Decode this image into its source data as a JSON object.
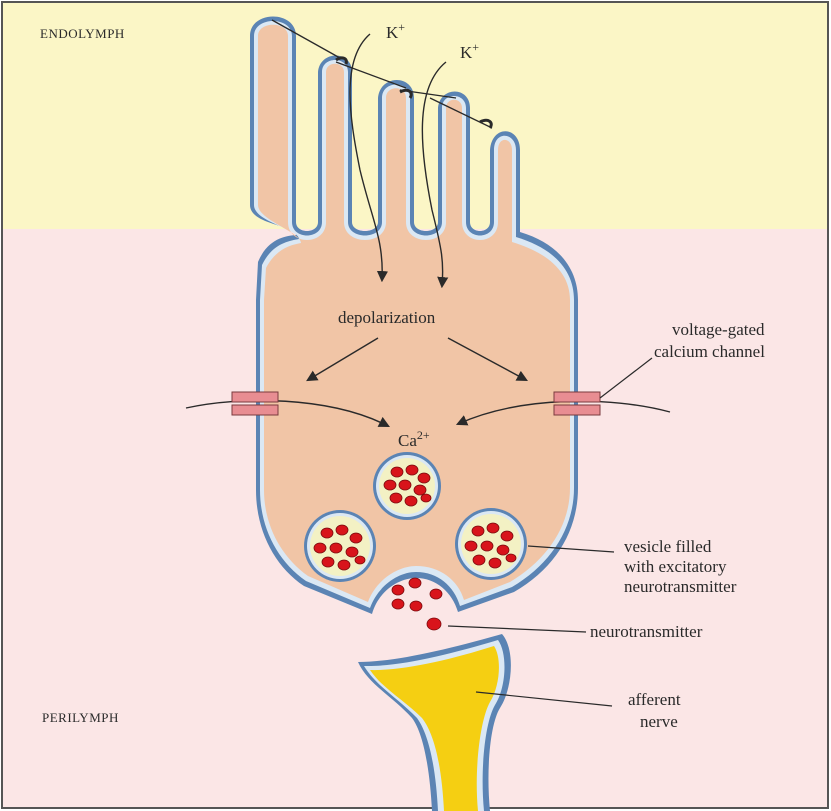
{
  "regions": {
    "top_label": "ENDOLYMPH",
    "bottom_label": "PERILYMPH"
  },
  "ions": {
    "k_left": "K",
    "k_right": "K",
    "k_charge": "+",
    "ca": "Ca",
    "ca_charge": "2+"
  },
  "labels": {
    "depolarization": "depolarization",
    "channel_line1": "voltage-gated",
    "channel_line2": "calcium channel",
    "vesicle_line1": "vesicle filled",
    "vesicle_line2": "with excitatory",
    "vesicle_line3": "neurotransmitter",
    "neurotransmitter": "neurotransmitter",
    "nerve_line1": "afferent",
    "nerve_line2": "nerve"
  },
  "colors": {
    "endolymph_bg": "#fbf6c6",
    "perilymph_bg": "#fbe6e6",
    "cell_fill": "#f1c5a6",
    "membrane": "#5b84b4",
    "vesicle_fill": "#f3f1c4",
    "granule": "#d8141b",
    "nerve": "#f5cf12",
    "channel": "#e88d92"
  }
}
